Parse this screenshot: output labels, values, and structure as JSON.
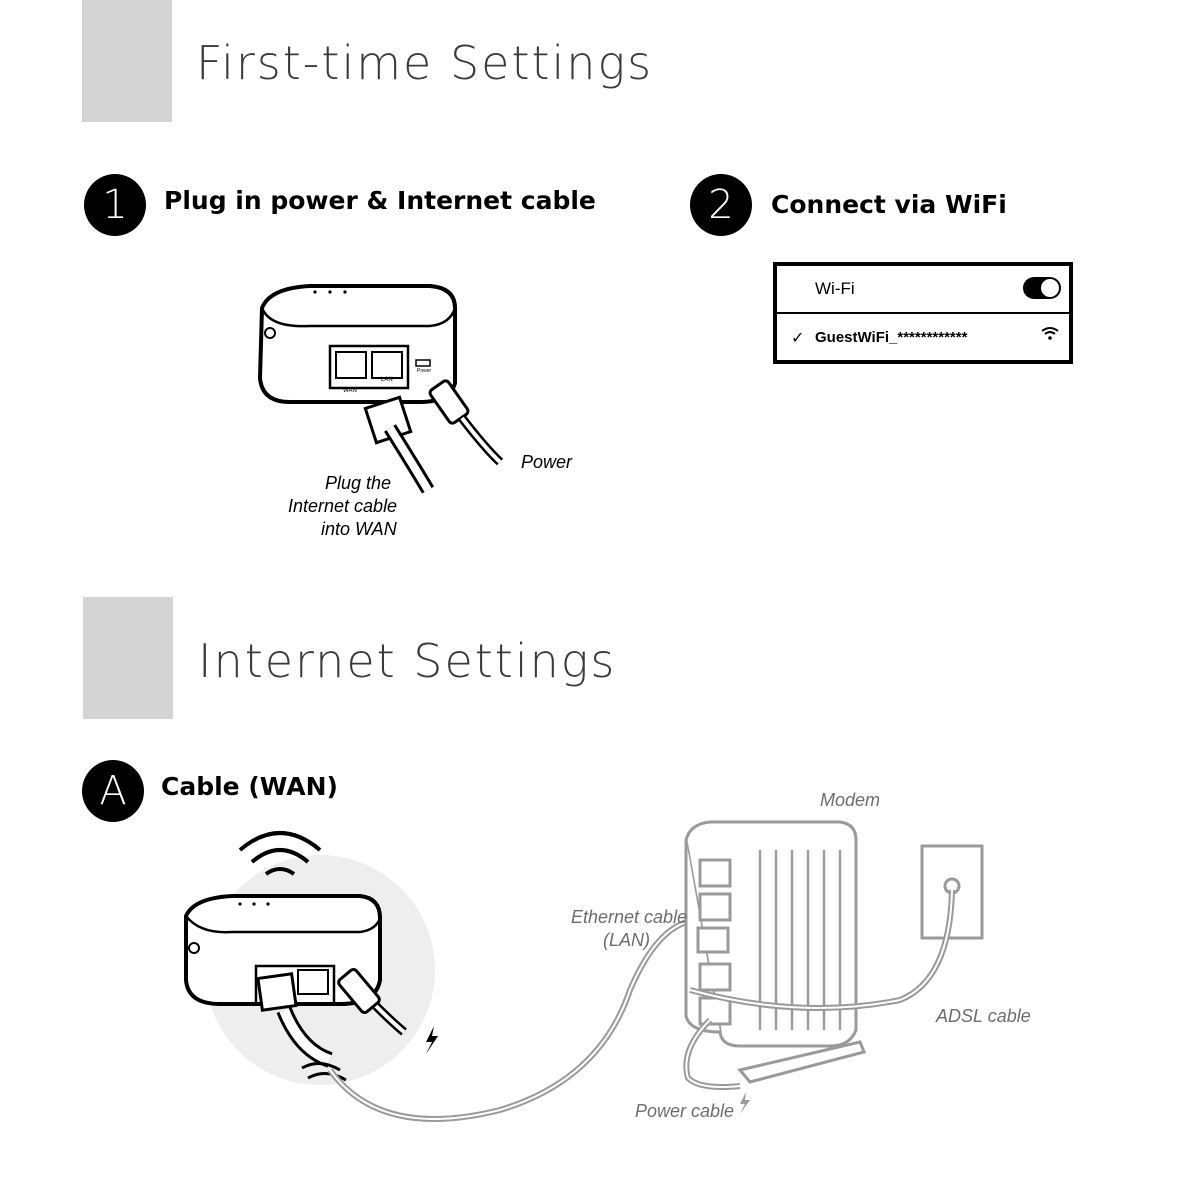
{
  "sections": {
    "first": {
      "title": "First-time Settings"
    },
    "internet": {
      "title": "Internet Settings"
    }
  },
  "steps": {
    "step1": {
      "number": "1",
      "label": "Plug in power & Internet cable"
    },
    "step2": {
      "number": "2",
      "label": "Connect via WiFi"
    },
    "stepA": {
      "number": "A",
      "label": "Cable (WAN)"
    }
  },
  "router_diagram": {
    "port_wan": "WAN",
    "port_lan": "LAN",
    "port_power": "Power",
    "caption_power": "Power",
    "caption_plug": [
      "Plug the",
      "Internet cable",
      "into WAN"
    ]
  },
  "wifi_panel": {
    "wifi_label": "Wi-Fi",
    "toggle_on": true,
    "network_name": "GuestWiFi_************",
    "check_icon": "check-icon",
    "signal_icon": "wifi-signal-icon"
  },
  "modem_diagram": {
    "modem_label": "Modem",
    "ethernet_label": [
      "Ethernet cable",
      "(LAN)"
    ],
    "adsl_label": "ADSL cable",
    "power_cable_label": "Power cable"
  },
  "colors": {
    "section_bar": "#d4d4d4",
    "cable_grey": "#9a9a9a",
    "text_grey": "#6d6d6d"
  }
}
